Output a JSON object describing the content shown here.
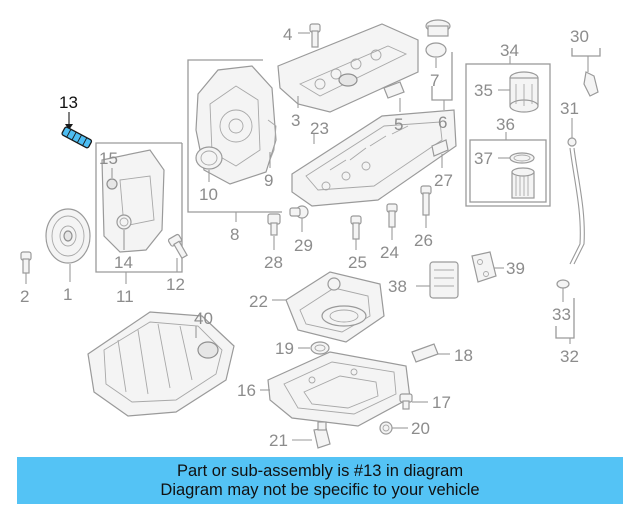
{
  "highlighted_part": "13",
  "banner": {
    "line1": "Part or sub-assembly is #13 in diagram",
    "line2": "Diagram may not be specific to your vehicle"
  },
  "callouts": {
    "c1": "1",
    "c2": "2",
    "c3": "3",
    "c4": "4",
    "c5": "5",
    "c6": "6",
    "c7": "7",
    "c8": "8",
    "c9": "9",
    "c10": "10",
    "c11": "11",
    "c12": "12",
    "c13": "13",
    "c14": "14",
    "c15": "15",
    "c16": "16",
    "c17": "17",
    "c18": "18",
    "c19": "19",
    "c20": "20",
    "c21": "21",
    "c22": "22",
    "c23": "23",
    "c24": "24",
    "c25": "25",
    "c26": "26",
    "c27": "27",
    "c28": "28",
    "c29": "29",
    "c30": "30",
    "c31": "31",
    "c32": "32",
    "c33": "33",
    "c34": "34",
    "c35": "35",
    "c36": "36",
    "c37": "37",
    "c38": "38",
    "c39": "39",
    "c40": "40"
  },
  "colors": {
    "highlight": "#4dbdf2",
    "banner": "#54c3f5",
    "line_art": "#9a9a9a",
    "callout_text": "#8c8c8c"
  }
}
